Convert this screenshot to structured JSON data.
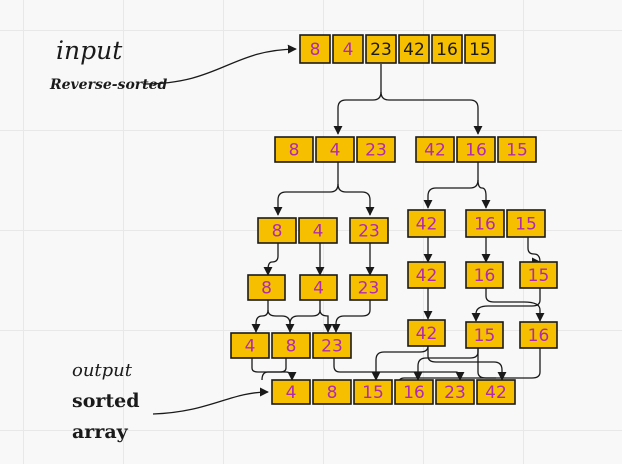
{
  "annotations": {
    "input_title": "input",
    "input_subtitle": "Reverse-sorted",
    "output_line1": "output",
    "output_line2": "sorted",
    "output_line3": "array"
  },
  "colors": {
    "cell_fill": "#f6c000",
    "number_color": "#b02ab0",
    "stroke": "#1a1a1a"
  },
  "arrays": {
    "input": [
      "8",
      "4",
      "23",
      "42",
      "16",
      "15"
    ],
    "left_half": [
      "8",
      "4",
      "23"
    ],
    "right_half": [
      "42",
      "16",
      "15"
    ],
    "left_pair": [
      "8",
      "4"
    ],
    "left_single": [
      "23"
    ],
    "right_single": [
      "42"
    ],
    "right_pair": [
      "16",
      "15"
    ],
    "leaf_8": [
      "8"
    ],
    "leaf_4": [
      "4"
    ],
    "leaf_23": [
      "23"
    ],
    "leaf_42": [
      "42"
    ],
    "leaf_16": [
      "16"
    ],
    "leaf_15": [
      "15"
    ],
    "merged_left": [
      "4",
      "8",
      "23"
    ],
    "merged_42": [
      "42"
    ],
    "merged_15": [
      "15"
    ],
    "merged_16": [
      "16"
    ],
    "output": [
      "4",
      "8",
      "15",
      "16",
      "23",
      "42"
    ]
  }
}
